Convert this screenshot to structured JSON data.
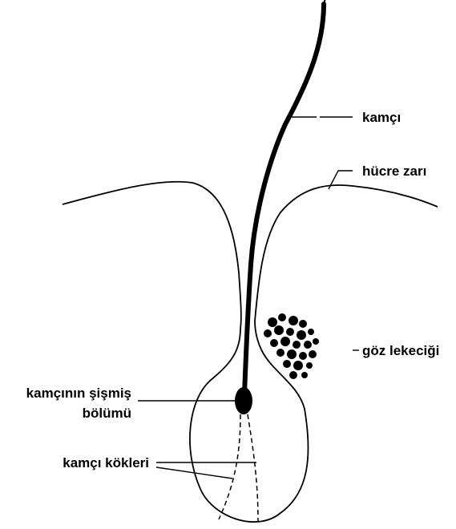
{
  "labels": {
    "flagellum": "kamçı",
    "cell_membrane": "hücre zarı",
    "eyespot": "göz lekeciği",
    "swollen_part_line1": "kamçının şişmiş",
    "swollen_part_line2": "bölümü",
    "roots": "kamçı kökleri"
  },
  "colors": {
    "ink": "#000000",
    "background": "#ffffff"
  }
}
